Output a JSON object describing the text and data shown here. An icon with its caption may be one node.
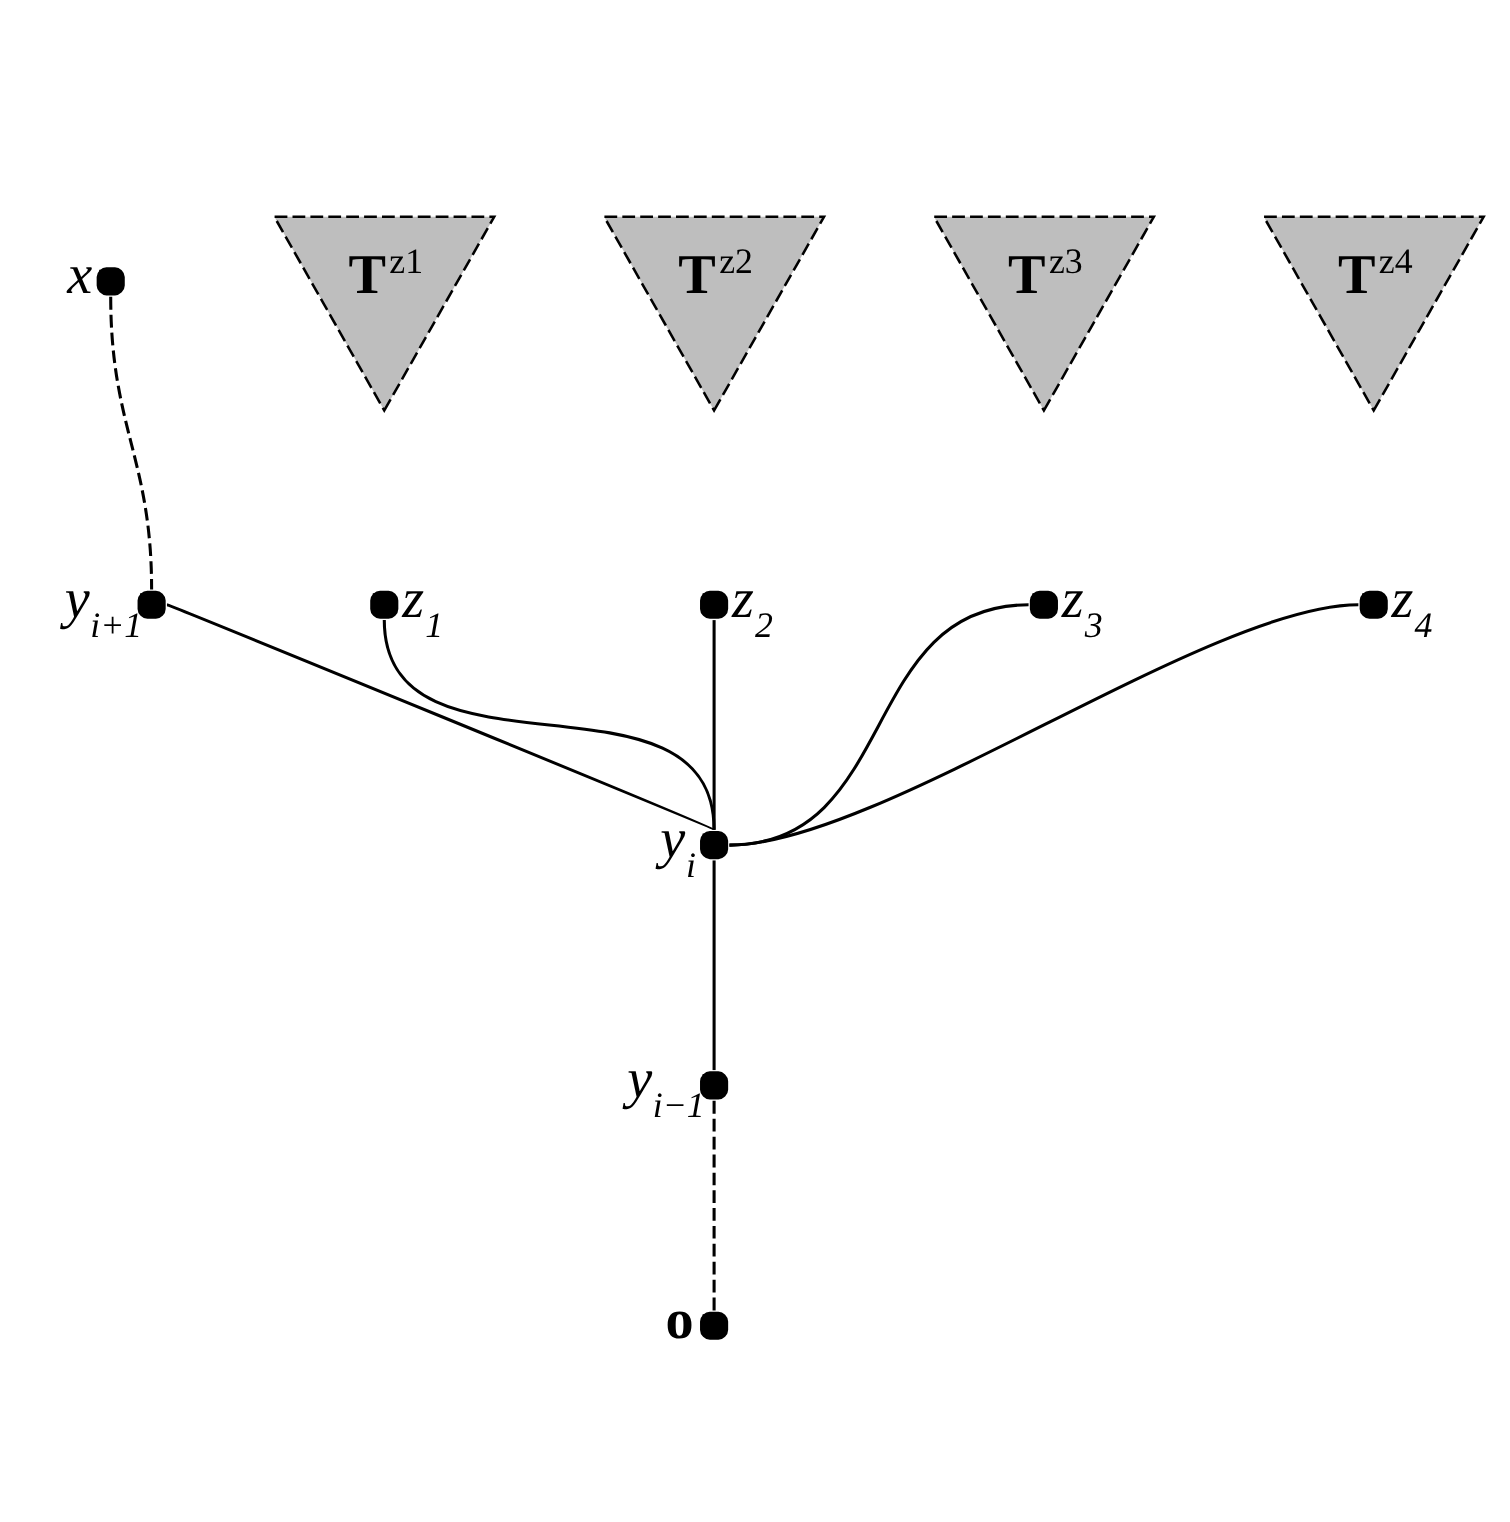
{
  "diagram": {
    "nodes": [
      {
        "text": [],
        "shape": "circle",
        "beside": [
          "x"
        ]
      },
      {
        "text": [
          "**T**$^{z1}$"
        ]
      },
      {
        "text": [
          "**T**$^{z2}$"
        ]
      },
      {
        "text": [
          "**T**$^{z3}$"
        ]
      },
      {
        "text": [
          "**T**$^{z4}$"
        ]
      },
      {
        "text": [],
        "shape": "circle",
        "beside": [
          "y$_{i+1}$"
        ]
      },
      {
        "text": [],
        "shape": "circle",
        "beside": [
          "z$_{1}$"
        ]
      },
      {
        "text": [],
        "shape": "circle",
        "beside": [
          "z$_{2}$"
        ]
      },
      {
        "text": [],
        "shape": "circle",
        "beside": [
          "z$_{3}$"
        ]
      },
      {
        "text": [],
        "shape": "circle",
        "beside": [
          "z$_{4}$"
        ]
      },
      {
        "text": [],
        "shape": "circle",
        "beside": [
          "y$_{i}$"
        ]
      },
      {
        "text": [],
        "shape": "circle",
        "beside": [
          "y$_{i−1}$"
        ]
      },
      {
        "text": [],
        "shape": "circle",
        "beside": [
          "**o**"
        ]
      }
    ],
    "edges": [
      {
        "from": 0,
        "to": 5,
        "arrow": "none",
        "style": "dashed"
      },
      {
        "from": 5,
        "to": 10,
        "arrow": "none"
      },
      {
        "from": 6,
        "to": 10,
        "arrow": "none"
      },
      {
        "from": 7,
        "to": 10,
        "arrow": "none"
      },
      {
        "from": 8,
        "to": 10,
        "arrow": "none"
      },
      {
        "from": 9,
        "to": 10,
        "arrow": "none"
      },
      {
        "from": 10,
        "to": 11,
        "arrow": "none"
      },
      {
        "from": 11,
        "to": 12,
        "arrow": "none",
        "style": "dashed"
      }
    ]
  }
}
